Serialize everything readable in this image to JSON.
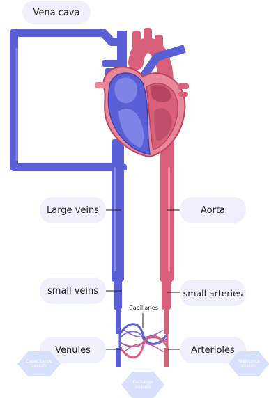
{
  "labels": {
    "vena_cava": "Vena cava",
    "large_veins": "Large veins",
    "aorta": "Aorta",
    "small_veins": "small veins",
    "small_arteries": "small arteries",
    "capillaries": "Capillaries",
    "venules": "Venules",
    "arterioles": "Arterioles"
  },
  "badges": {
    "capacitance": "Capacitance vessels",
    "resistance": "Resistance vessels",
    "exchange": "Exchange vessels"
  },
  "colors": {
    "vein": "#5b5fd6",
    "vein_dark": "#3b3fb0",
    "artery": "#d9607a",
    "artery_dark": "#b8455f",
    "pill_bg": "#eef1fb",
    "badge_bg": "#d8e1fb"
  }
}
